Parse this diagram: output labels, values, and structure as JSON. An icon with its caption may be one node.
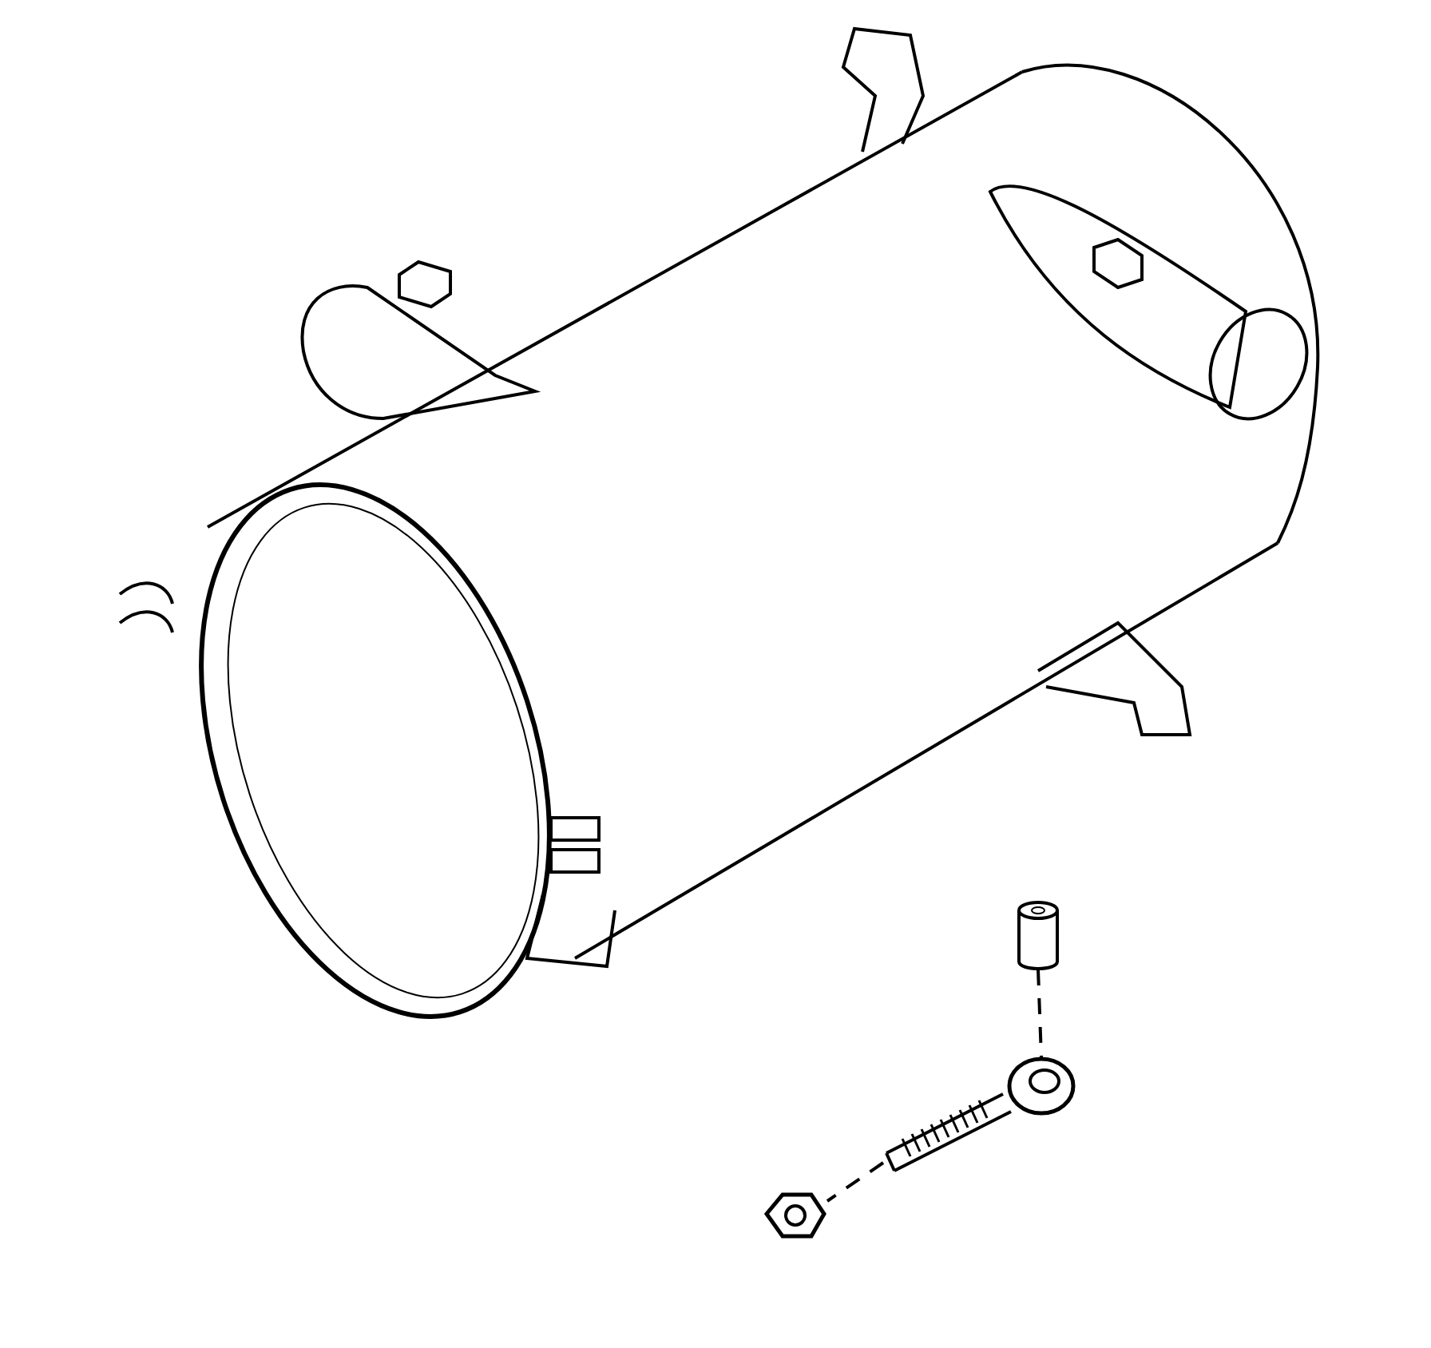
{
  "diagram": {
    "nodes": [
      {
        "text": [],
        "shape": "cylinder"
      },
      {
        "text": [],
        "shape": "picture"
      },
      {
        "text": [],
        "shape": "picture"
      }
    ],
    "edges": [
      {
        "from": 0,
        "to": 1,
        "arrow": "none",
        "style": "dashed"
      },
      {
        "from": 1,
        "to": 2,
        "arrow": "none",
        "style": "dashed"
      }
    ]
  }
}
